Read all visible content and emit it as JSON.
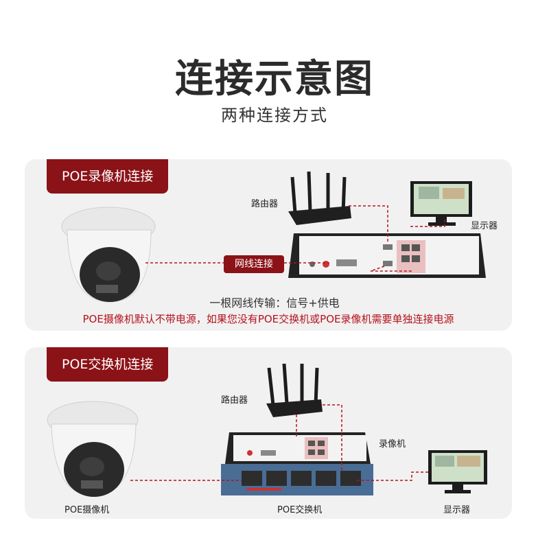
{
  "header": {
    "title": "连接示意图",
    "subtitle": "两种连接方式"
  },
  "panel1": {
    "tab": "POE录像机连接",
    "router_label": "路由器",
    "monitor_label": "显示器",
    "cable_badge": "网线连接",
    "note": "一根网线传输：信号+供电",
    "warning": "POE摄像机默认不带电源，如果您没有POE交换机或POE录像机需要单独连接电源"
  },
  "panel2": {
    "tab": "POE交换机连接",
    "router_label": "路由器",
    "nvr_label": "录像机",
    "camera_label": "POE摄像机",
    "switch_label": "POE交换机",
    "monitor_label": "显示器"
  },
  "colors": {
    "accent": "#8b1217",
    "dash": "#b5121b"
  }
}
